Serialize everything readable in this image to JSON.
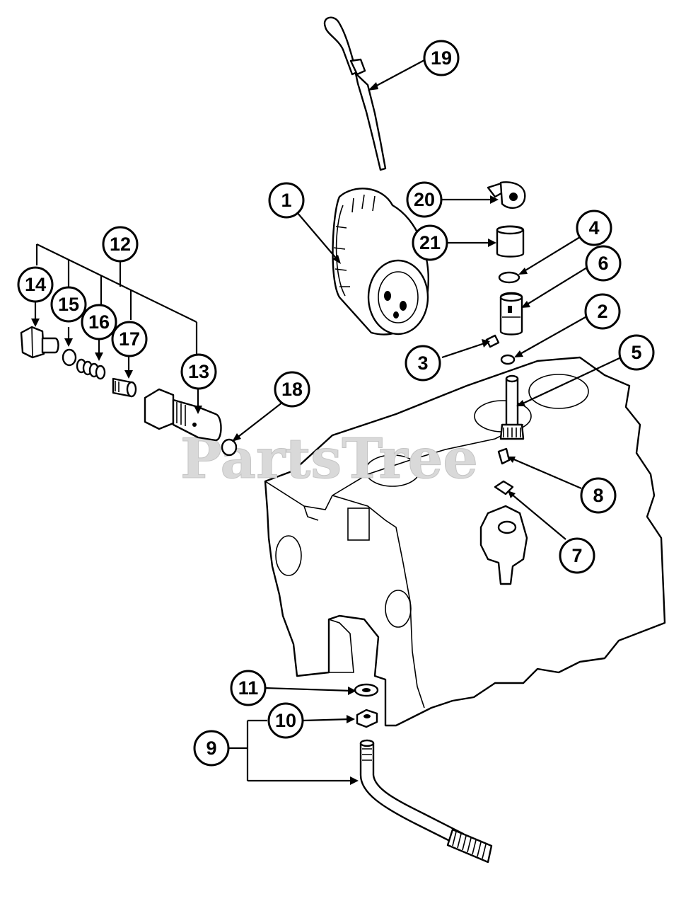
{
  "watermark": "PartsTree",
  "callouts": [
    {
      "id": "1",
      "label": "1"
    },
    {
      "id": "2",
      "label": "2"
    },
    {
      "id": "3",
      "label": "3"
    },
    {
      "id": "4",
      "label": "4"
    },
    {
      "id": "5",
      "label": "5"
    },
    {
      "id": "6",
      "label": "6"
    },
    {
      "id": "7",
      "label": "7"
    },
    {
      "id": "8",
      "label": "8"
    },
    {
      "id": "9",
      "label": "9"
    },
    {
      "id": "10",
      "label": "10"
    },
    {
      "id": "11",
      "label": "11"
    },
    {
      "id": "12",
      "label": "12"
    },
    {
      "id": "13",
      "label": "13"
    },
    {
      "id": "14",
      "label": "14"
    },
    {
      "id": "15",
      "label": "15"
    },
    {
      "id": "16",
      "label": "16"
    },
    {
      "id": "17",
      "label": "17"
    },
    {
      "id": "18",
      "label": "18"
    },
    {
      "id": "19",
      "label": "19"
    },
    {
      "id": "20",
      "label": "20"
    },
    {
      "id": "21",
      "label": "21"
    }
  ]
}
